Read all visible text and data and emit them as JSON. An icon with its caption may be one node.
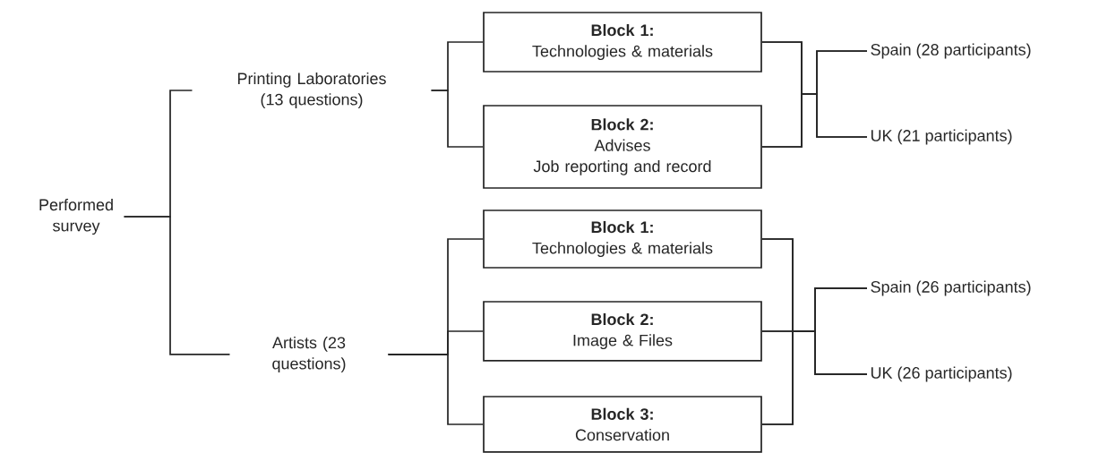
{
  "diagram": {
    "nodes": [
      {
        "text": [
          "Performed survey"
        ]
      },
      {
        "text": [
          "Printing Laboratories (13 questions)"
        ]
      },
      {
        "text": [
          "Block 1:",
          "Technologies & materials"
        ]
      },
      {
        "text": [
          "Block 2:",
          "Advises",
          "Job reporting and record"
        ]
      },
      {
        "text": [
          "Spain (28 participants)"
        ]
      },
      {
        "text": [
          "UK (21 participants)"
        ]
      },
      {
        "text": [
          "Artists (23 questions)"
        ]
      },
      {
        "text": [
          "Block 1:",
          "Technologies & materials"
        ]
      },
      {
        "text": [
          "Block 2:",
          "Image & Files"
        ]
      },
      {
        "text": [
          "Block 3:",
          "Conservation"
        ]
      },
      {
        "text": [
          "Spain (26 participants)"
        ]
      },
      {
        "text": [
          "UK (26 participants)"
        ]
      }
    ],
    "edges": [
      {
        "from": 0,
        "to": 1,
        "arrow": "none"
      },
      {
        "from": 0,
        "to": 6,
        "arrow": "none"
      },
      {
        "from": 1,
        "to": 2,
        "arrow": "none"
      },
      {
        "from": 1,
        "to": 3,
        "arrow": "none"
      },
      {
        "from": 2,
        "to": 4,
        "arrow": "none"
      },
      {
        "from": 2,
        "to": 5,
        "arrow": "none"
      },
      {
        "from": 3,
        "to": 4,
        "arrow": "none"
      },
      {
        "from": 3,
        "to": 5,
        "arrow": "none"
      },
      {
        "from": 6,
        "to": 7,
        "arrow": "none"
      },
      {
        "from": 6,
        "to": 8,
        "arrow": "none"
      },
      {
        "from": 6,
        "to": 9,
        "arrow": "none"
      },
      {
        "from": 7,
        "to": 10,
        "arrow": "none"
      },
      {
        "from": 7,
        "to": 11,
        "arrow": "none"
      },
      {
        "from": 8,
        "to": 10,
        "arrow": "none"
      },
      {
        "from": 8,
        "to": 11,
        "arrow": "none"
      },
      {
        "from": 9,
        "to": 10,
        "arrow": "none"
      },
      {
        "from": 9,
        "to": 11,
        "arrow": "none"
      }
    ]
  }
}
